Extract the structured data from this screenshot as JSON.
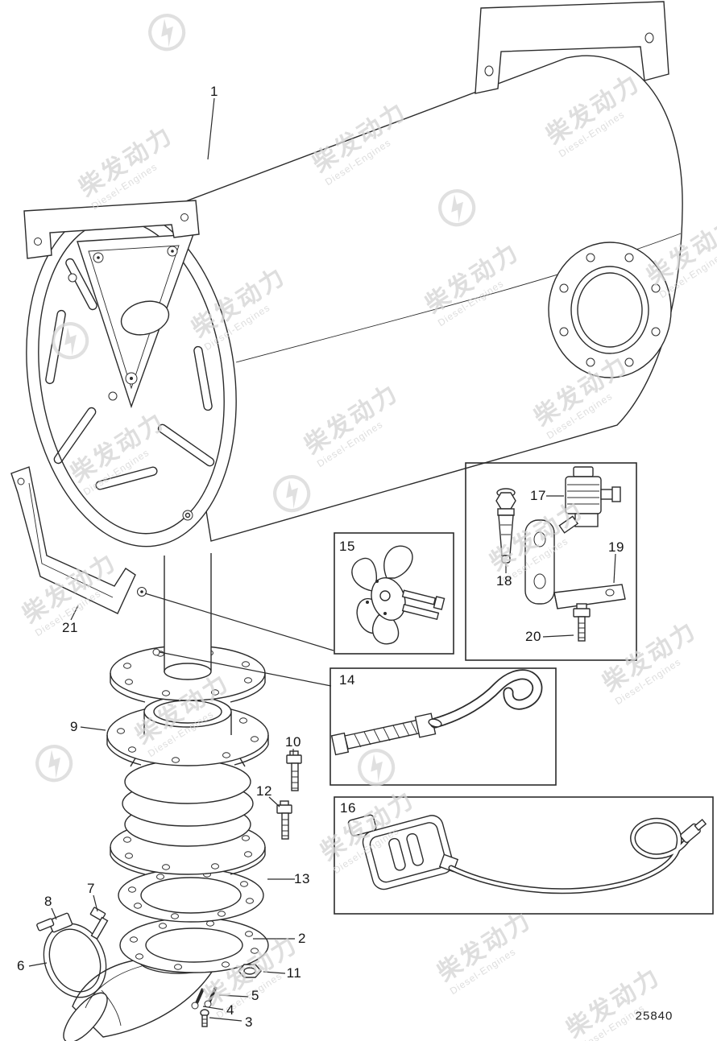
{
  "diagram": {
    "drawing_number": "25840",
    "callouts": [
      {
        "label": "1"
      },
      {
        "label": "2"
      },
      {
        "label": "3"
      },
      {
        "label": "4"
      },
      {
        "label": "5"
      },
      {
        "label": "6"
      },
      {
        "label": "7"
      },
      {
        "label": "8"
      },
      {
        "label": "9"
      },
      {
        "label": "10"
      },
      {
        "label": "11"
      },
      {
        "label": "12"
      },
      {
        "label": "13"
      },
      {
        "label": "14"
      },
      {
        "label": "15"
      },
      {
        "label": "16"
      },
      {
        "label": "17"
      },
      {
        "label": "18"
      },
      {
        "label": "19"
      },
      {
        "label": "20"
      },
      {
        "label": "21"
      }
    ]
  },
  "watermark": {
    "cn": "柴发动力",
    "en": "Diesel-Engines"
  }
}
